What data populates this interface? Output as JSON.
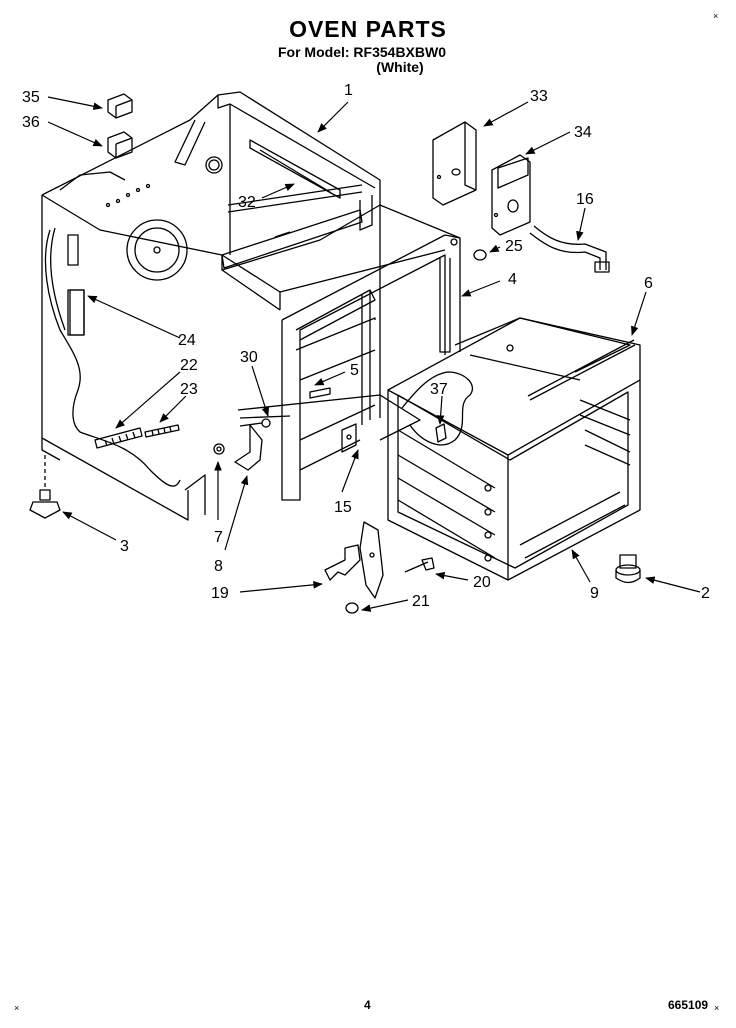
{
  "header": {
    "title": "OVEN PARTS",
    "model_line": "For Model: RF354BXBW0",
    "color_line": "(White)"
  },
  "footer": {
    "page_number": "4",
    "doc_code": "665109"
  },
  "callouts": {
    "c1": "1",
    "c2": "2",
    "c3": "3",
    "c4": "4",
    "c5": "5",
    "c6": "6",
    "c7": "7",
    "c8": "8",
    "c9": "9",
    "c15": "15",
    "c16": "16",
    "c19": "19",
    "c20": "20",
    "c21": "21",
    "c22": "22",
    "c23": "23",
    "c24": "24",
    "c25": "25",
    "c30": "30",
    "c32": "32",
    "c33": "33",
    "c34": "34",
    "c35": "35",
    "c36": "36",
    "c37": "37"
  },
  "colors": {
    "ink": "#000000",
    "paper": "#ffffff"
  }
}
